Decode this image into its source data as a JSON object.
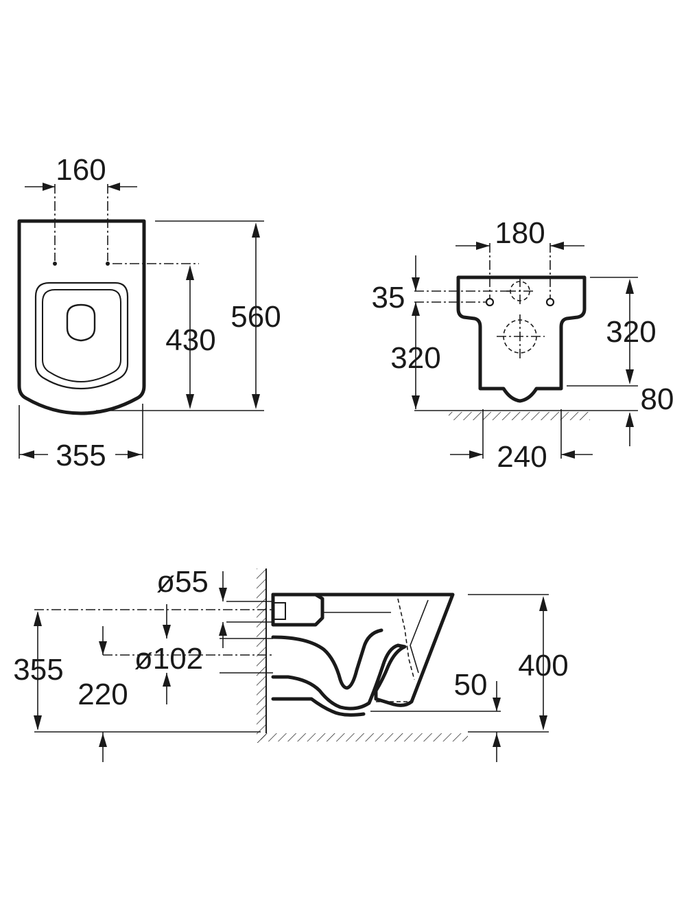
{
  "views": {
    "top": {
      "dims": {
        "fixing_spacing": "160",
        "fixing_height": "430",
        "length": "560",
        "width": "355"
      }
    },
    "front": {
      "dims": {
        "fixing_spacing": "180",
        "fixing_offset": "35",
        "fixing_height_left": "320",
        "height_right": "320",
        "base_gap": "80",
        "base_width": "240"
      }
    },
    "side": {
      "dims": {
        "inlet_diameter": "ø55",
        "outlet_diameter": "ø102",
        "inlet_height": "355",
        "outlet_height": "220",
        "total_height": "400",
        "water_level": "50"
      }
    }
  },
  "colors": {
    "line": "#1a1a1a",
    "background": "#ffffff"
  }
}
